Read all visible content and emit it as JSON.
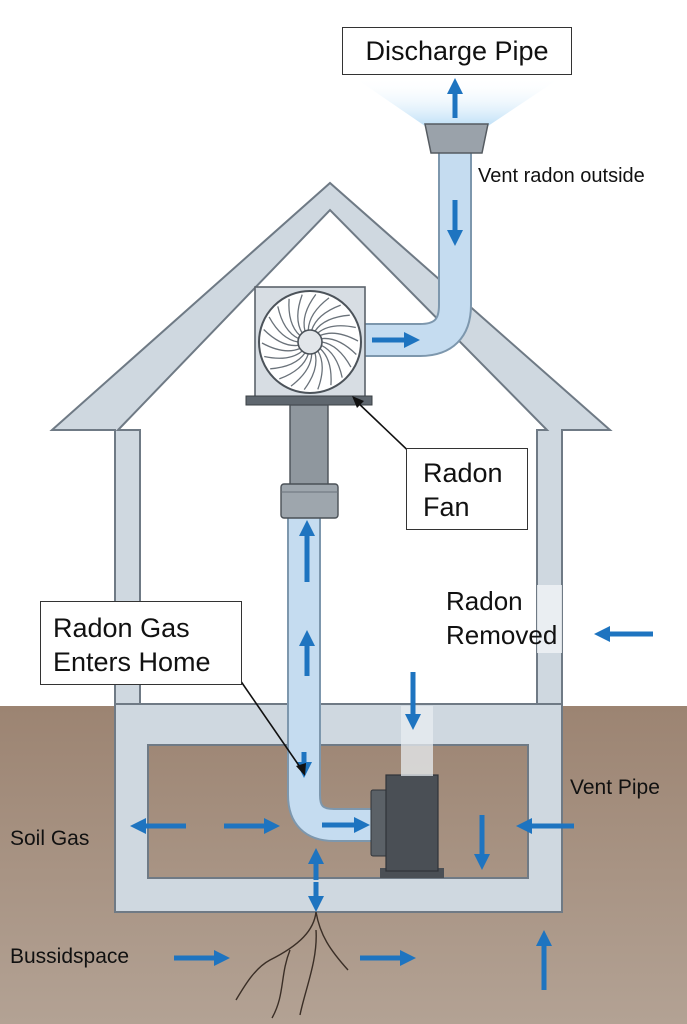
{
  "labels": {
    "discharge_pipe": "Discharge Pipe",
    "vent_radon_outside": "Vent radon outside",
    "radon_fan": [
      "Radon",
      "Fan"
    ],
    "radon_removed": [
      "Radon",
      "Removed"
    ],
    "radon_gas_enters_home": [
      "Radon Gas",
      "Enters Home"
    ],
    "vent_pipe": "Vent Pipe",
    "soil_gas": "Soil Gas",
    "bussidspace": "Bussidspace"
  },
  "colors": {
    "house_wall": "#cfd8e0",
    "house_outline": "#6f7a85",
    "ground": "#a08a78",
    "pipe_fill": "#c5dcf0",
    "pipe_outline": "#7d97ad",
    "arrow": "#1e74c0",
    "fan_housing": "#d7dde3",
    "fan_motor": "#8f979e",
    "dark_unit": "#4a4f55",
    "discharge_glow": "#cfe7f9"
  },
  "icons": {
    "fan": "fan-icon",
    "arrow": "flow-arrow-icon"
  }
}
